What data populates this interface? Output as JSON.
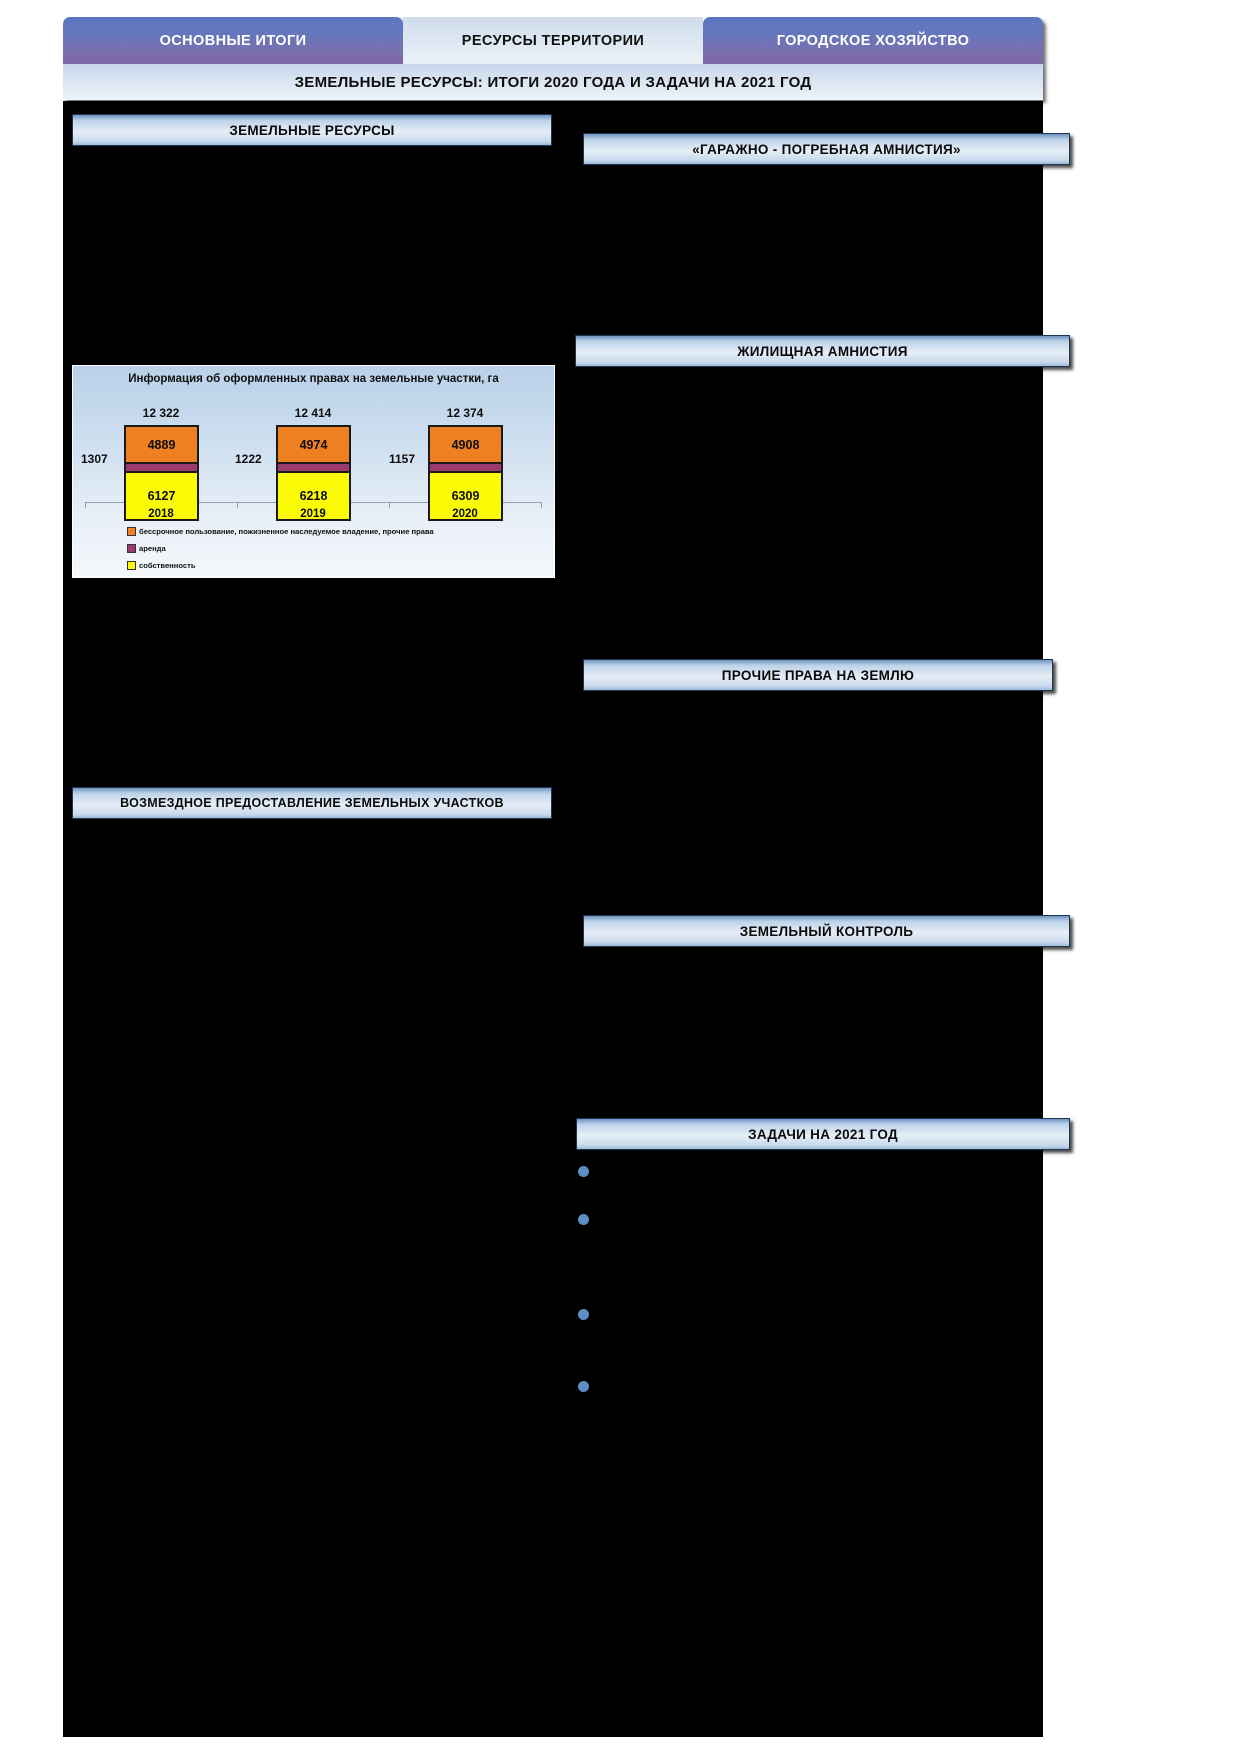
{
  "tabs": [
    {
      "label": "ОСНОВНЫЕ ИТОГИ",
      "active": false
    },
    {
      "label": "РЕСУРСЫ ТЕРРИТОРИИ",
      "active": true
    },
    {
      "label": "ГОРОДСКОЕ ХОЗЯЙСТВО",
      "active": false
    }
  ],
  "title_band": {
    "text": "ЗЕМЕЛЬНЫЕ РЕСУРСЫ: ИТОГИ 2020 ГОДА И ЗАДАЧИ НА 2021 ГОД"
  },
  "left_column": {
    "sections": [
      {
        "name": "zemelnye-resursy",
        "label": "ЗЕМЕЛЬНЫЕ РЕСУРСЫ"
      },
      {
        "name": "vozmezdnoe-predostavlenie",
        "label": "ВОЗМЕЗДНОЕ ПРЕДОСТАВЛЕНИЕ ЗЕМЕЛЬНЫХ УЧАСТКОВ"
      }
    ]
  },
  "right_column": {
    "sections": [
      {
        "name": "garazhno-pogrebnaya-amnistiya",
        "label": "«ГАРАЖНО - ПОГРЕБНАЯ АМНИСТИЯ»"
      },
      {
        "name": "zhilishchnaya-amnistiya",
        "label": "ЖИЛИЩНАЯ АМНИСТИЯ"
      },
      {
        "name": "prochie-prava-na-zemlyu",
        "label": "ПРОЧИЕ ПРАВА НА ЗЕМЛЮ"
      },
      {
        "name": "zemelnyy-kontrol",
        "label": "ЗЕМЕЛЬНЫЙ КОНТРОЛЬ"
      },
      {
        "name": "zadachi-na-2021-god",
        "label": "ЗАДАЧИ НА 2021 ГОД"
      }
    ],
    "tasks": [
      {
        "text": ""
      },
      {
        "text": ""
      },
      {
        "text": ""
      },
      {
        "text": ""
      }
    ]
  },
  "chart_data": {
    "type": "bar",
    "subtype": "stacked",
    "title": "Информация об оформленных правах на земельные участки, га",
    "xlabel": "",
    "ylabel": "",
    "unit": "га",
    "categories": [
      "2018",
      "2019",
      "2020"
    ],
    "totals": [
      "12 322",
      "12 414",
      "12 374"
    ],
    "side_labels": [
      "1307",
      "1222",
      "1157"
    ],
    "series": [
      {
        "name": "бессрочное пользование, пожизненное наследуемое владение, прочие права",
        "color": "#ef8022",
        "values": [
          4889,
          4974,
          4908
        ],
        "value_labels": [
          "4889",
          "4974",
          "4908"
        ]
      },
      {
        "name": "аренда",
        "color": "#9b3a6e",
        "values": [
          1307,
          1222,
          1157
        ],
        "value_labels": [
          "",
          "",
          ""
        ]
      },
      {
        "name": "собственность",
        "color": "#fbfb05",
        "values": [
          6127,
          6218,
          6309
        ],
        "value_labels": [
          "6127",
          "6218",
          "6309"
        ]
      }
    ],
    "legend_position": "bottom-left",
    "grid": false
  },
  "colors": {
    "tab_inactive": "#6477bd",
    "tab_active": "#dce6f2",
    "header_bar": "#bed2e8",
    "canvas": "#000000",
    "bullet": "#5b8cc4",
    "series_orange": "#ef8022",
    "series_purple": "#9b3a6e",
    "series_yellow": "#fbfb05"
  }
}
